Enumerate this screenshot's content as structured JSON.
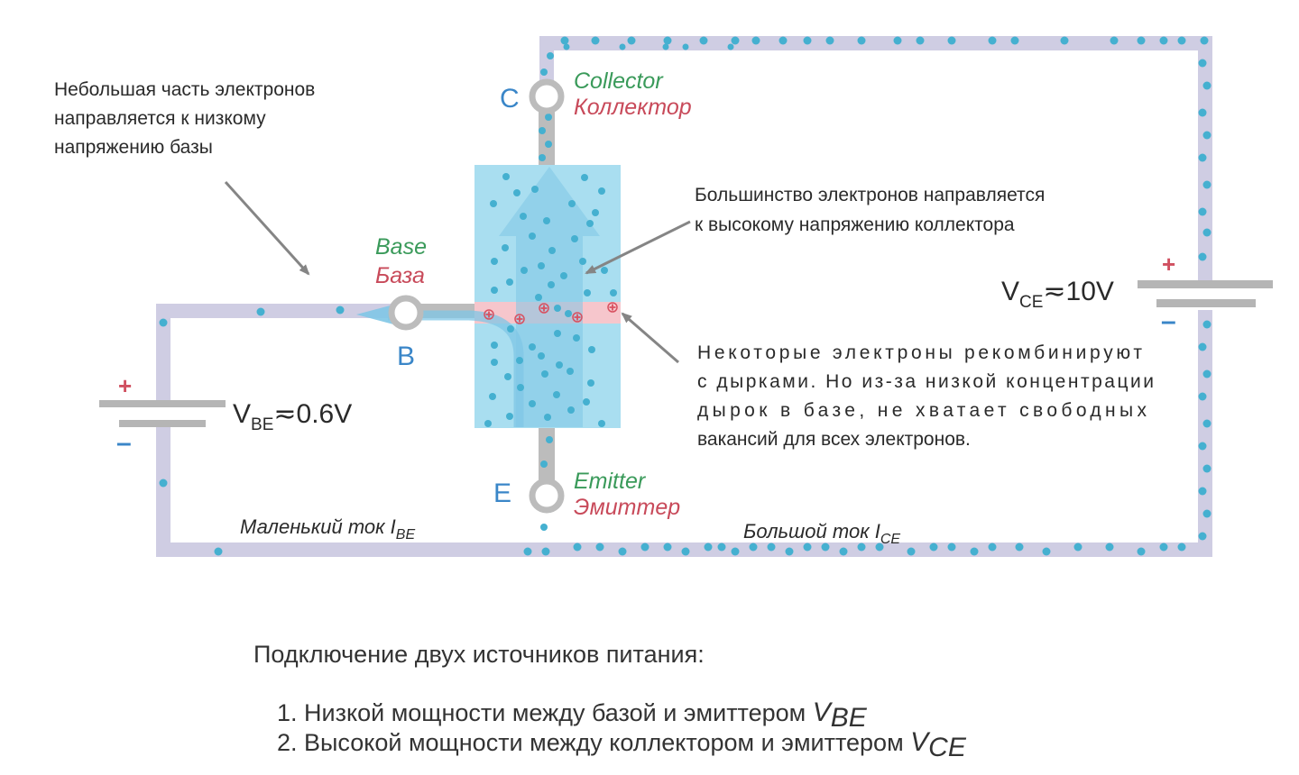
{
  "terminals": {
    "collector": {
      "letter": "C",
      "en": "Collector",
      "ru": "Коллектор"
    },
    "base": {
      "letter": "B",
      "en": "Base",
      "ru": "База"
    },
    "emitter": {
      "letter": "E",
      "en": "Emitter",
      "ru": "Эмиттер"
    }
  },
  "annotations": {
    "small_part": [
      "Небольшая часть электронов",
      "направляется к низкому",
      "напряжению базы"
    ],
    "majority": [
      "Большинство электронов направляется",
      "к высокому напряжению коллектора"
    ],
    "recombine": [
      "Некоторые электроны рекомбинируют",
      "с дырками. Но из-за низкой концентрации",
      "дырок в базе, не хватает свободных",
      "вакансий для всех электронов."
    ]
  },
  "voltages": {
    "vbe": {
      "symbol": "V",
      "sub": "BE",
      "value": "≂0.6V"
    },
    "vce": {
      "symbol": "V",
      "sub": "CE",
      "value": "≂10V"
    }
  },
  "signs": {
    "plus": "+",
    "minus": "–"
  },
  "currents": {
    "ibe": {
      "text": "Маленький ток I",
      "sub": "BE"
    },
    "ice": {
      "text": "Большой ток I",
      "sub": "CE"
    }
  },
  "caption": {
    "title": "Подключение двух источников питания:",
    "item1": {
      "text": "1. Низкой мощности между базой и эмиттером ",
      "sym": "V",
      "sub": "BE"
    },
    "item2": {
      "text": "2. Высокой мощности между коллектором и эмиттером ",
      "sym": "V",
      "sub": "CE"
    }
  },
  "colors": {
    "wire": "#cfcde3",
    "lead": "#bcbcbc",
    "electron": "#45b0d0",
    "semiconductor": "#a9def0",
    "base_layer": "#f6c6cc",
    "hole": "#d85060",
    "arrow": "#7fc6e6",
    "battery": "#b5b5b5"
  }
}
